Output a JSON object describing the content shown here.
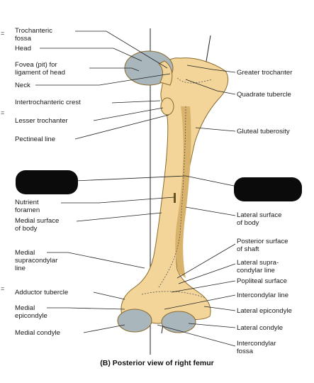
{
  "colors": {
    "bone": "#f3d59a",
    "bone_shade": "#d9b36b",
    "bone_outline": "#8a6b2e",
    "cartilage": "#a9b7bd",
    "line": "#1a1a1a",
    "redaction": "#0b0b0b"
  },
  "labels_left": {
    "trochanteric_fossa": "Trochanteric\nfossa",
    "head": "Head",
    "fovea": "Fovea (pit) for\nligament of head",
    "neck": "Neck",
    "intertrochanteric_crest": "Intertrochanteric crest",
    "lesser_trochanter": "Lesser trochanter",
    "pectineal_line": "Pectineal line",
    "nutrient_foramen": "Nutrient\nforamen",
    "medial_surface": "Medial surface\nof body",
    "medial_supracondylar_line": "Medial\nsupracondylar\nline",
    "adductor_tubercle": "Adductor tubercle",
    "medial_epicondyle": "Medial\nepicondyle",
    "medial_condyle": "Medial condyle"
  },
  "labels_right": {
    "greater_trochanter": "Greater trochanter",
    "quadrate_tubercle": "Quadrate tubercle",
    "gluteal_tuberosity": "Gluteal tuberosity",
    "lateral_surface": "Lateral surface\nof body",
    "posterior_surface": "Posterior surface\nof shaft",
    "lateral_supracondylar_line": "Lateral supra-\ncondylar line",
    "popliteal_surface": "Popliteal surface",
    "intercondylar_line": "Intercondylar line",
    "lateral_epicondyle": "Lateral epicondyle",
    "lateral_condyle": "Lateral condyle",
    "intercondylar_fossa": "Intercondylar\nfossa"
  },
  "caption": "(B) Posterior view of right femur",
  "edge_marks": [
    "=",
    "=",
    "="
  ]
}
